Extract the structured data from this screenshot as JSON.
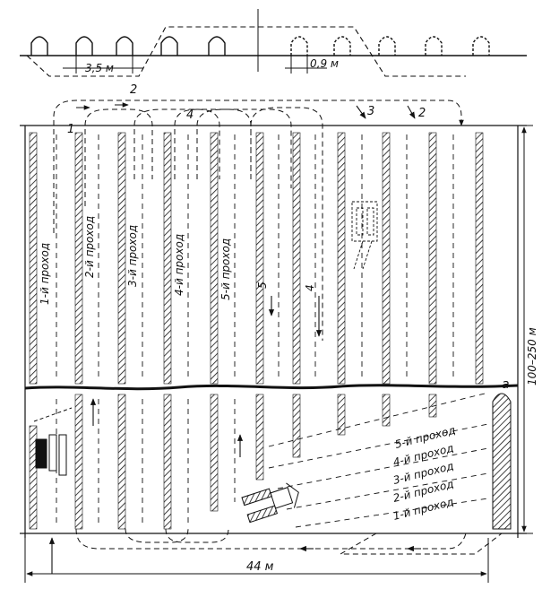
{
  "colors": {
    "ink": "#111111",
    "paper": "#ffffff"
  },
  "profile": {
    "bed_width_label": "3,5 м",
    "gap_label": "0,9 м"
  },
  "dimensions": {
    "length_label": "100–250 м",
    "width_label": "44 м"
  },
  "route_numbers": [
    "1",
    "2",
    "4",
    "3",
    "2"
  ],
  "passes_vertical": [
    "1-й проход",
    "2-й проход",
    "3-й проход",
    "4-й проход",
    "5-й проход"
  ],
  "passes_vertical_arrows": [
    "5",
    "4"
  ],
  "passes_diagonal": [
    "5-й проход",
    "4-й проход",
    "3-й проход",
    "2-й проход",
    "1-й проход"
  ],
  "bed_marker": "а",
  "icons": [
    "tractor-icon",
    "harvester-icon",
    "combine-icon"
  ]
}
